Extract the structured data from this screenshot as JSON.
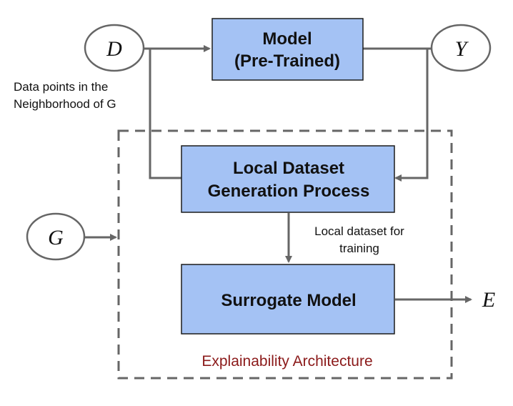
{
  "colors": {
    "box_fill": "#a4c2f4",
    "box_stroke": "#1c1c1c",
    "arrow": "#666666",
    "frame": "#666666",
    "frame_label": "#8b1a1a"
  },
  "nodes": {
    "d": "D",
    "y": "Y",
    "g": "G",
    "e": "E"
  },
  "boxes": {
    "model": {
      "line1": "Model",
      "line2": "(Pre-Trained)"
    },
    "local_dataset": {
      "line1": "Local Dataset",
      "line2": "Generation Process"
    },
    "surrogate": {
      "line1": "Surrogate Model"
    }
  },
  "annotations": {
    "neighborhood": {
      "line1": "Data points in the",
      "line2": "Neighborhood of G"
    },
    "local_training": {
      "line1": "Local dataset for",
      "line2": "training"
    }
  },
  "frame": {
    "label": "Explainability Architecture"
  }
}
